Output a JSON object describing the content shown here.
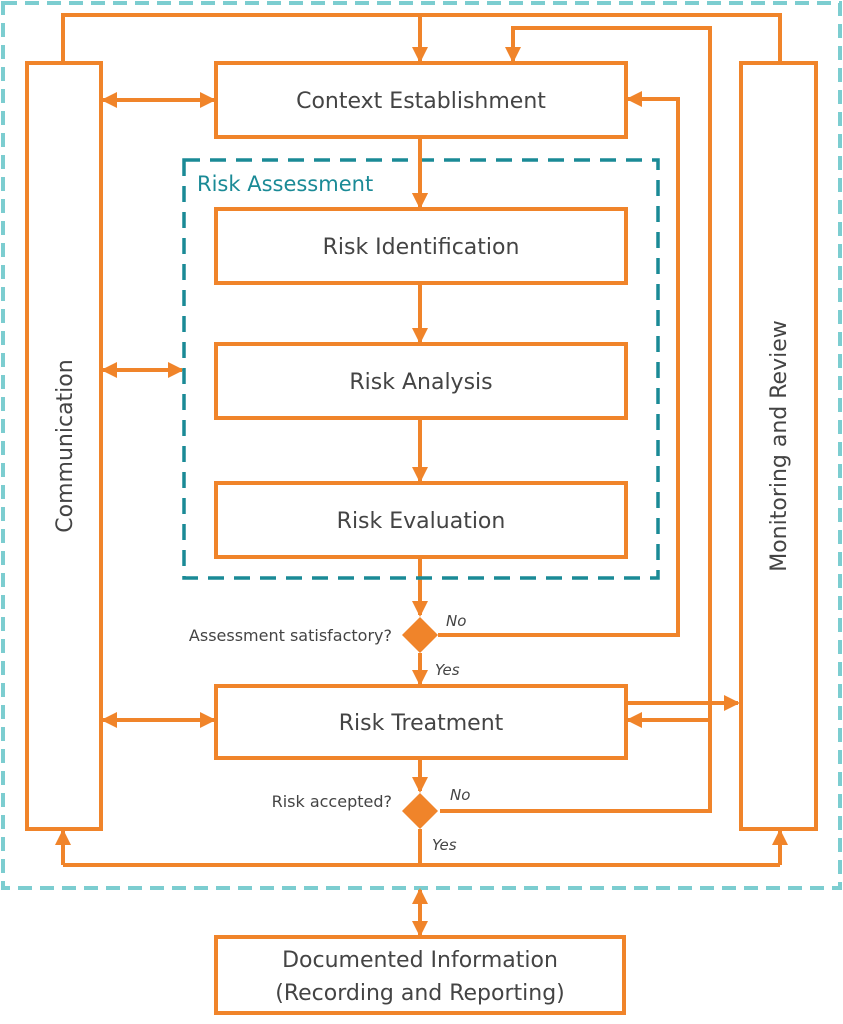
{
  "colors": {
    "flow": "#f0842a",
    "risk_assessment_border": "#1a8a96",
    "outer_border": "#7ccdd0",
    "text": "#444444"
  },
  "nodes": {
    "context": "Context Establishment",
    "risk_assessment": "Risk Assessment",
    "identification": "Risk Identification",
    "analysis": "Risk Analysis",
    "evaluation": "Risk Evaluation",
    "treatment": "Risk Treatment",
    "communication": "Communication",
    "monitoring": "Monitoring and Review",
    "documented_line1": "Documented Information",
    "documented_line2": "(Recording and Reporting)"
  },
  "decisions": {
    "assessment": {
      "question": "Assessment satisfactory?",
      "no": "No",
      "yes": "Yes"
    },
    "accepted": {
      "question": "Risk accepted?",
      "no": "No",
      "yes": "Yes"
    }
  }
}
